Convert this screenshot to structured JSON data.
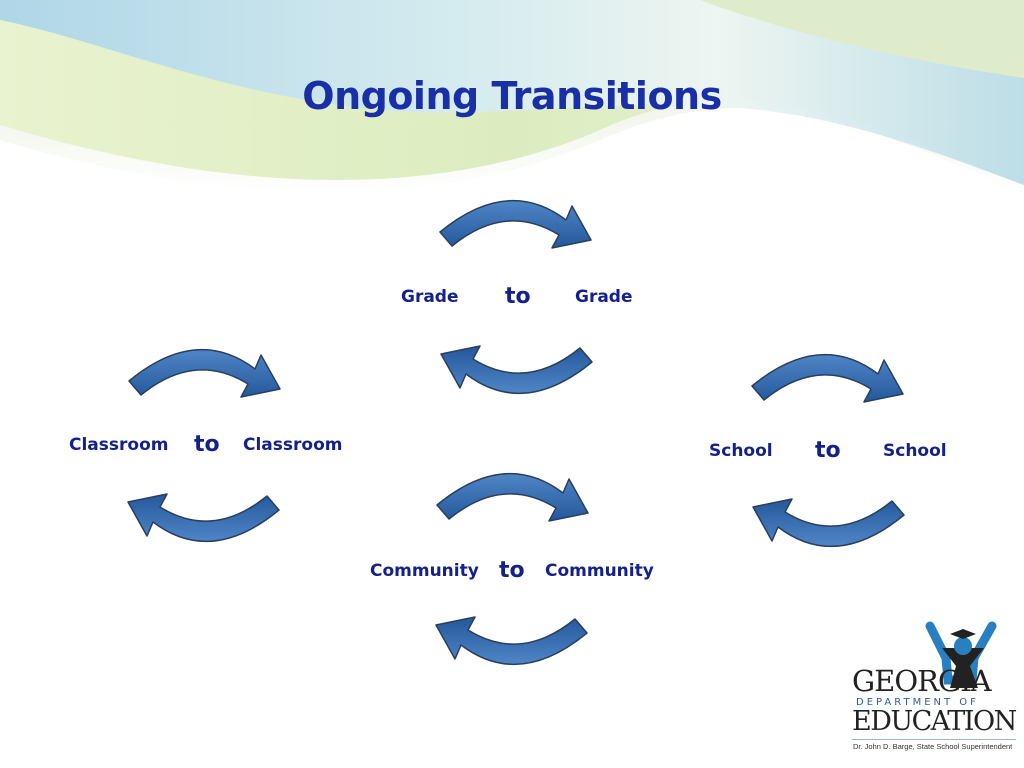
{
  "title": "Ongoing Transitions",
  "connector": "to",
  "transitions": [
    {
      "from": "Grade",
      "to": "Grade"
    },
    {
      "from": "Classroom",
      "to": "Classroom"
    },
    {
      "from": "School",
      "to": "School"
    },
    {
      "from": "Community",
      "to": "Community"
    }
  ],
  "logo": {
    "line1": "GEORGIA",
    "line2": "DEPARTMENT OF",
    "line3": "EDUCATION",
    "tagline": "Dr. John D. Barge, State School Superintendent"
  },
  "colors": {
    "title": "#1a2fa6",
    "arrow": "#2f64a8",
    "text": "#15218a"
  }
}
